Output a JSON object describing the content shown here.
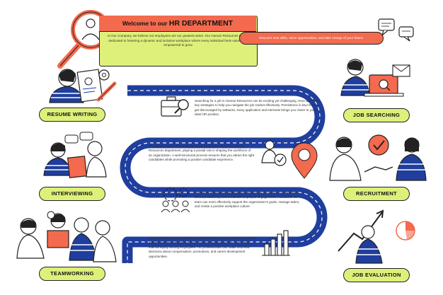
{
  "header": {
    "title_prefix": "Welcome to our ",
    "title_main": "HR DEPARTMENT",
    "intro": "At Our Company, we believe our employees are our greatest asset. Our Human Resources team is dedicated to fostering a dynamic and inclusive workplace where every individual feels valued and empowered to grow.",
    "tagline": "Discover new skills, seize opportunities, and take charge of your future."
  },
  "steps": [
    {
      "label": "RESUME WRITING"
    },
    {
      "label": "JOB SEARCHING"
    },
    {
      "label": "INTERVIEWING"
    },
    {
      "label": "RECRUITMENT"
    },
    {
      "label": "TEAMWORKING"
    },
    {
      "label": "JOB EVALUATION"
    }
  ],
  "paragraphs": {
    "p1": "Searching for a job in Human Resources can be exciting yet challenging. Here are some key strategies to help you navigate the job market effectively. Persistence is key! Don't get discouraged by setbacks, every application and interview brings you closer to your ideal HR position.",
    "p2": "Recruitment and interviewing are critical functions within the Human Resources department, playing a pivotal role in shaping the workforce of an organization. A well-structured process ensures that you attract the right candidates while promoting a positive candidate experience.",
    "p3": "Teamwork is essential within Human Resources, as it fosters collaboration, drives productivity, and enhances employee engagement. A cohesive HR team can more effectively support the organization's goals, manage talent, and create a positive workplace culture.",
    "p4": "Job evaluation helps organizations determine the appropriate salary level for a particular job, establish a fair and consistent pay structure, and ensure internal equity among employees. HR professionals can make informed decisions about compensation, promotions, and career development opportunities."
  },
  "colors": {
    "accent": "#f36a4e",
    "lime": "#dff07a",
    "road": "#1f3e9e",
    "ink": "#222222"
  },
  "icons": [
    "magnifier-person-icon",
    "briefcase-magnifier-icon",
    "person-check-icon",
    "location-pin-icon",
    "team-gears-icon",
    "bar-chart-icon",
    "chat-bubbles-icon"
  ]
}
